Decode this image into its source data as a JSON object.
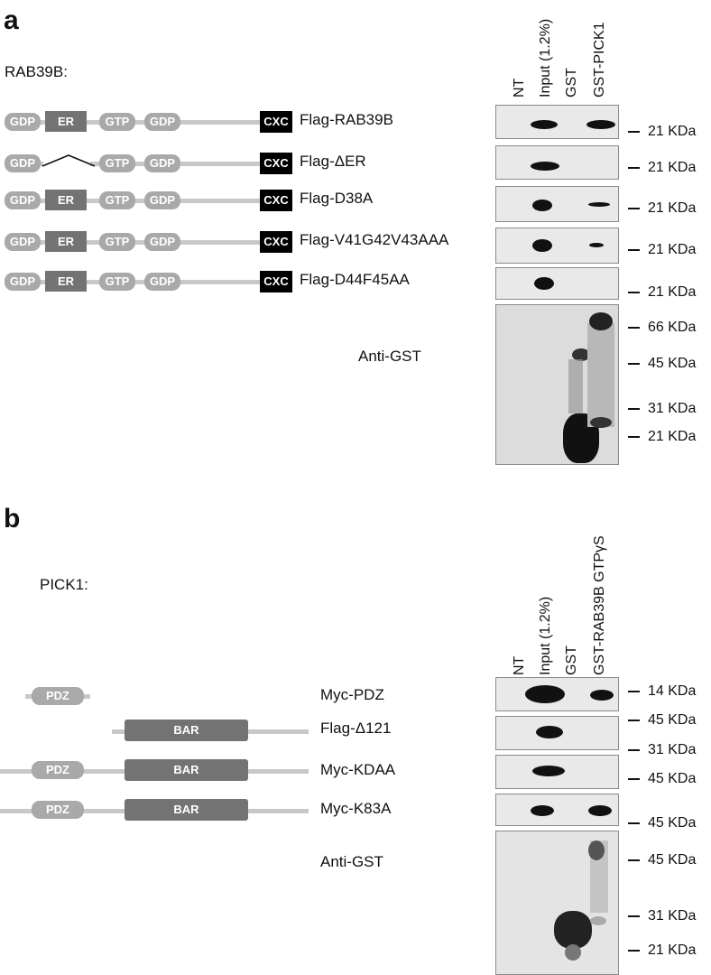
{
  "panel_a": {
    "label": "a",
    "title": "RAB39B:",
    "lanes": [
      "NT",
      "Input (1.2%)",
      "GST",
      "GST-PICK1"
    ],
    "constructs": [
      {
        "name": "Flag-RAB39B",
        "domains": [
          "GDP",
          "ER",
          "GTP",
          "GDP",
          "CXC"
        ]
      },
      {
        "name": "Flag-ΔER",
        "domains": [
          "GDP",
          "GTP",
          "GDP",
          "CXC"
        ]
      },
      {
        "name": "Flag-D38A",
        "domains": [
          "GDP",
          "ER",
          "GTP",
          "GDP",
          "CXC"
        ]
      },
      {
        "name": "Flag-V41G42V43AAA",
        "domains": [
          "GDP",
          "ER",
          "GTP",
          "GDP",
          "CXC"
        ]
      },
      {
        "name": "Flag-D44F45AA",
        "domains": [
          "GDP",
          "ER",
          "GTP",
          "GDP",
          "CXC"
        ]
      }
    ],
    "blot_markers": [
      "21 KDa",
      "21 KDa",
      "21 KDa",
      "21 KDa",
      "21 KDa"
    ],
    "gst_label": "Anti-GST",
    "gst_markers": [
      "66 KDa",
      "45 KDa",
      "31 KDa",
      "21 KDa"
    ]
  },
  "panel_b": {
    "label": "b",
    "title": "PICK1:",
    "lanes": [
      "NT",
      "Input (1.2%)",
      "GST",
      "GST-RAB39B GTPγS"
    ],
    "constructs": [
      {
        "name": "Myc-PDZ",
        "domains": [
          "PDZ"
        ]
      },
      {
        "name": "Flag-Δ121",
        "domains": [
          "BAR"
        ]
      },
      {
        "name": "Myc-KDAA",
        "domains": [
          "PDZ",
          "BAR"
        ]
      },
      {
        "name": "Myc-K83A",
        "domains": [
          "PDZ",
          "BAR"
        ]
      }
    ],
    "blot_markers": [
      "14 KDa",
      "45 KDa",
      "31 KDa",
      "45 KDa",
      "45 KDa"
    ],
    "gst_label": "Anti-GST",
    "gst_markers": [
      "45 KDa",
      "31 KDa",
      "21 KDa"
    ]
  }
}
